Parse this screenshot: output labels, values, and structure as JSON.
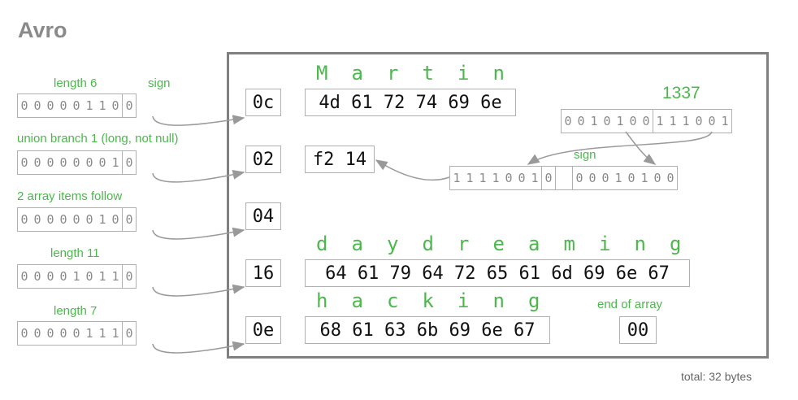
{
  "title": "Avro",
  "total": "total: 32 bytes",
  "colors": {
    "accent": "#4cb84c",
    "frame": "#808080",
    "bits": "#8a8a8a"
  },
  "left_rows": [
    {
      "label": "length 6",
      "sign_label": "sign",
      "bits": [
        "0",
        "0",
        "0",
        "0",
        "0",
        "1",
        "1",
        "0"
      ],
      "sign_bit": "0",
      "byte": "0c"
    },
    {
      "label": "union branch 1 (long, not null)",
      "bits": [
        "0",
        "0",
        "0",
        "0",
        "0",
        "0",
        "0",
        "1"
      ],
      "sign_bit": "0",
      "byte": "02"
    },
    {
      "label": "2 array items follow",
      "bits": [
        "0",
        "0",
        "0",
        "0",
        "0",
        "0",
        "1",
        "0"
      ],
      "sign_bit": "0",
      "byte": "04"
    },
    {
      "label": "length 11",
      "bits": [
        "0",
        "0",
        "0",
        "0",
        "1",
        "0",
        "1",
        "1"
      ],
      "sign_bit": "0",
      "byte": "16"
    },
    {
      "label": "length 7",
      "bits": [
        "0",
        "0",
        "0",
        "0",
        "0",
        "1",
        "1",
        "1"
      ],
      "sign_bit": "0",
      "byte": "0e"
    }
  ],
  "strings": [
    {
      "letters": [
        "M",
        "a",
        "r",
        "t",
        "i",
        "n"
      ],
      "hex": "4d 61 72 74 69 6e"
    },
    {
      "letters": [
        "d",
        "a",
        "y",
        "d",
        "r",
        "e",
        "a",
        "m",
        "i",
        "n",
        "g"
      ],
      "hex": "64 61 79 64 72 65 61 6d 69 6e 67"
    },
    {
      "letters": [
        "h",
        "a",
        "c",
        "k",
        "i",
        "n",
        "g"
      ],
      "hex": "68 61 63 6b 69 6e 67"
    }
  ],
  "number": {
    "value_label": "1337",
    "bits_high": [
      "0",
      "0",
      "1",
      "0",
      "1",
      "0",
      "0"
    ],
    "bits_low": [
      "1",
      "1",
      "1",
      "0",
      "0",
      "1"
    ],
    "sign_label": "sign",
    "enc_first": [
      "1",
      "1",
      "1",
      "1",
      "0",
      "0",
      "1"
    ],
    "enc_first_sign": "0",
    "enc_second": [
      "0",
      "0",
      "0",
      "1",
      "0",
      "1",
      "0",
      "0"
    ],
    "hex": "f2 14"
  },
  "end": {
    "label": "end of array",
    "byte": "00"
  }
}
